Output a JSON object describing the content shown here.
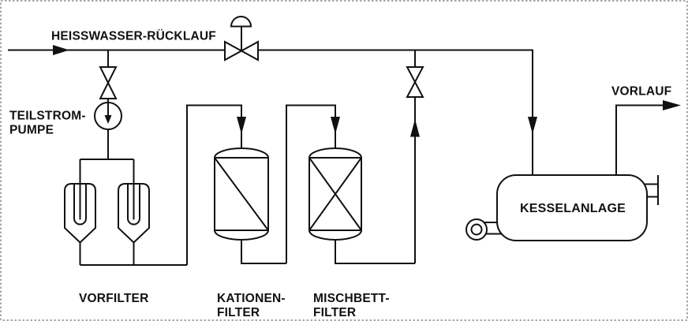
{
  "diagram": {
    "type": "process-flow-diagram",
    "colors": {
      "line": "#111111",
      "background": "#ffffff",
      "border": "#8c8c8c"
    },
    "labels": {
      "return_line": "HEISSWASSER-RÜCKLAUF",
      "partial_flow_pump_line1": "TEILSTROM-",
      "partial_flow_pump_line2": "PUMPE",
      "prefilter": "VORFILTER",
      "cation_filter_line1": "KATIONEN-",
      "cation_filter_line2": "FILTER",
      "mixed_bed_filter_line1": "MISCHBETT-",
      "mixed_bed_filter_line2": "FILTER",
      "boiler": "KESSELANLAGE",
      "supply_line": "VORLAUF"
    },
    "components": [
      "hot-water-return-header",
      "control-valve-with-actuator",
      "shutoff-valve-pump-branch",
      "partial-flow-pump",
      "prefilter-cartridge-1",
      "prefilter-cartridge-2",
      "cation-filter-vessel",
      "mixed-bed-filter-vessel",
      "shutoff-valve-riser",
      "boiler-vessel",
      "boiler-pump",
      "supply-line-outlet"
    ]
  }
}
